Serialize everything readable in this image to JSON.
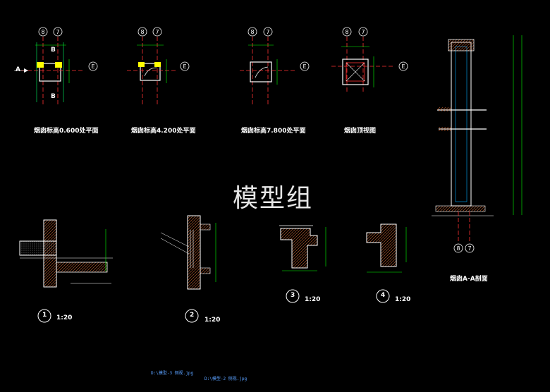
{
  "watermark": "模型组",
  "plans": [
    {
      "caption": "烟囱标高0.600处平面"
    },
    {
      "caption": "烟囱标高4.200处平面"
    },
    {
      "caption": "烟囱标高7.800处平面"
    },
    {
      "caption": "烟囱顶视图"
    }
  ],
  "section": {
    "caption": "烟囱A-A剖面"
  },
  "axes": {
    "a": "8",
    "b": "7",
    "e": "E"
  },
  "section_markers": {
    "a": "A",
    "b": "B"
  },
  "details": [
    {
      "num": "1",
      "scale": "1:20"
    },
    {
      "num": "2",
      "scale": "1:20"
    },
    {
      "num": "3",
      "scale": "1:20"
    },
    {
      "num": "4",
      "scale": "1:20"
    }
  ],
  "footnotes": [
    "D:\\模型-3 侧视.jpg",
    "D:\\模型-2 侧视.jpg"
  ],
  "colors": {
    "line": "#00ff66",
    "wall": "#ffffff",
    "hatch": "#c86432",
    "axis": "#ff3333",
    "fill": "#ffff00",
    "dim": "#00ff00"
  }
}
